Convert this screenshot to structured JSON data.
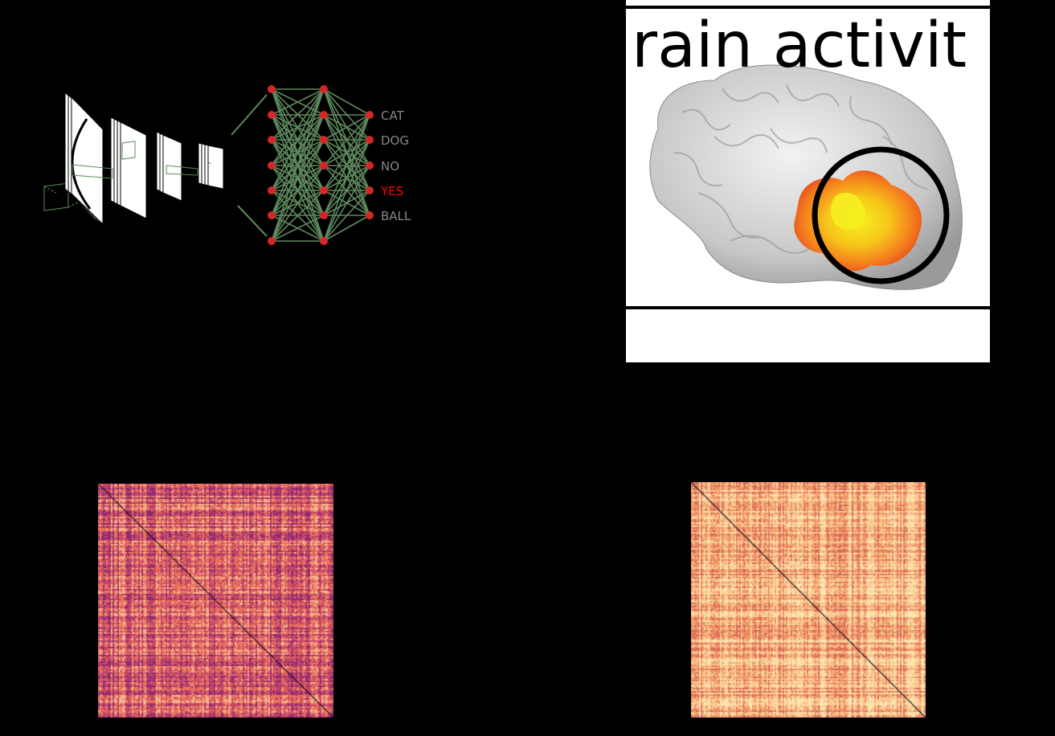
{
  "network": {
    "output_labels": [
      "CAT",
      "DOG",
      "NO",
      "YES",
      "BALL"
    ],
    "highlighted_label": "YES",
    "label_color": "#888888",
    "highlight_color": "#ff0000",
    "node_color": "#d62728",
    "edge_color": "#5e8a5e"
  },
  "brain": {
    "title": "rain activit",
    "icon": "brain-activity-icon"
  },
  "matrices": {
    "left_palette": [
      "#f6b48f",
      "#e8735f",
      "#c34667",
      "#8d2b73"
    ],
    "right_palette": [
      "#fde4b4",
      "#f9c78f",
      "#ef9667",
      "#d96a5b"
    ]
  }
}
